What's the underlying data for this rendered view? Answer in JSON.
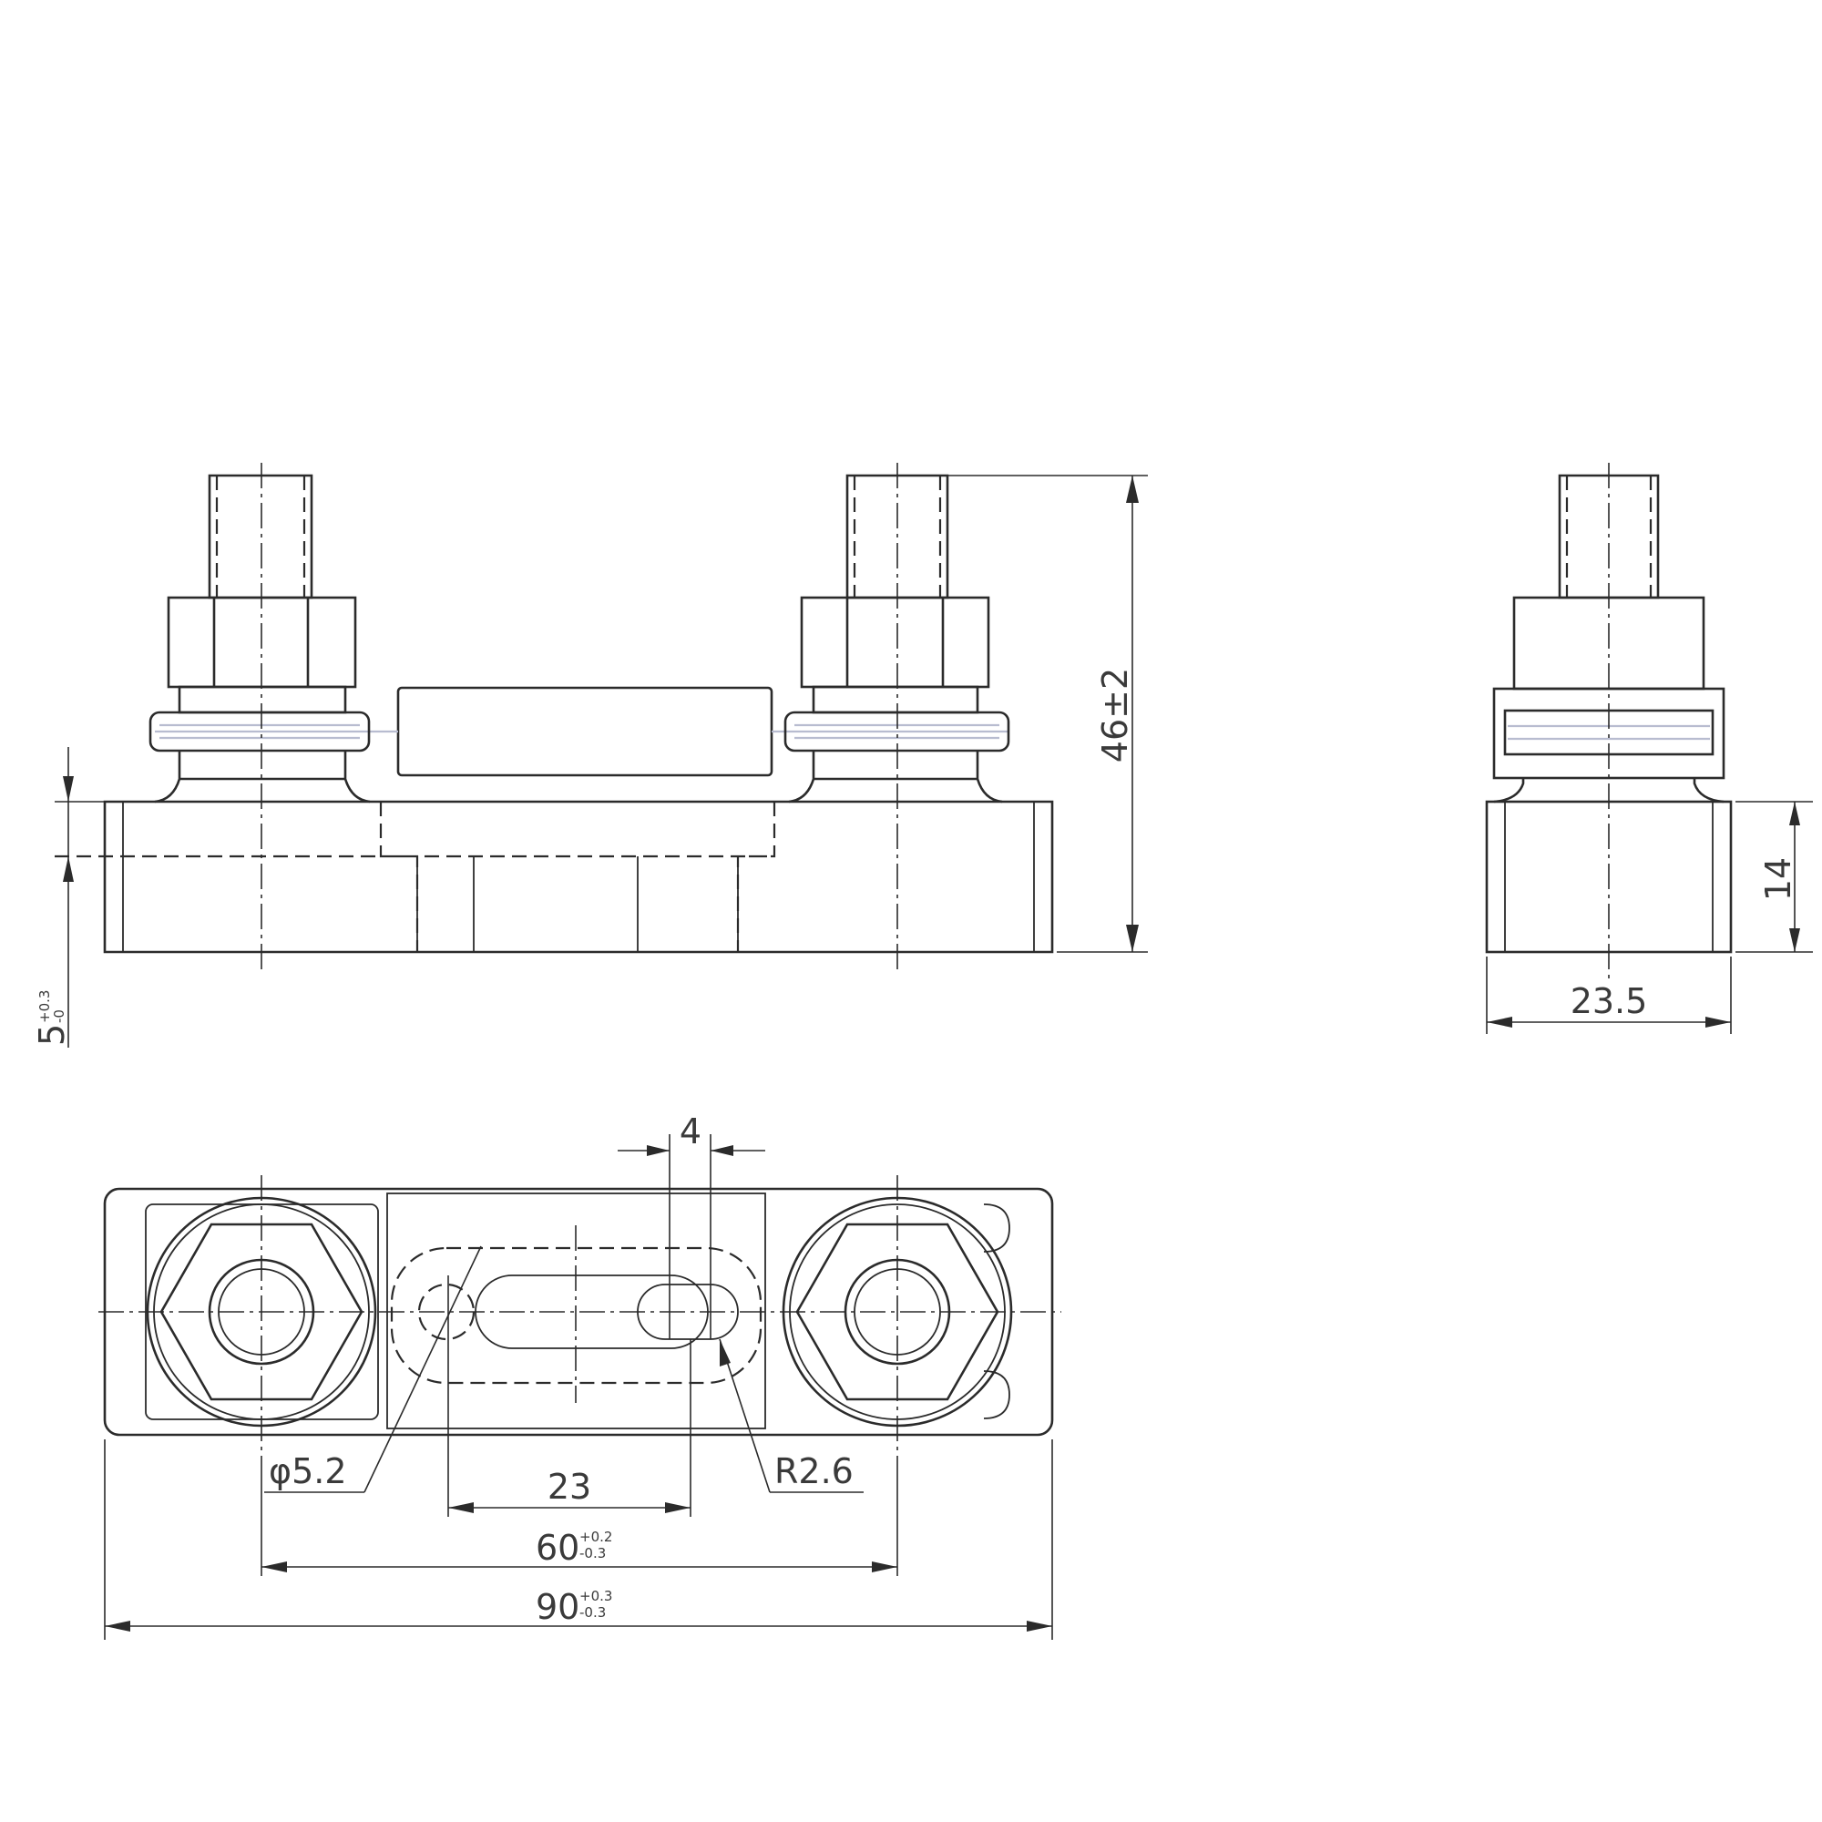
{
  "dimensions": {
    "overall_height": "46±2",
    "base_offset": {
      "value": "5",
      "upper": "+0.3",
      "lower": "-0"
    },
    "side_height": "14",
    "side_width": "23.5",
    "slot_width": "4",
    "hole_diameter": "φ5.2",
    "slot_radius": "R2.6",
    "slot_span": "23",
    "stud_pitch": {
      "value": "60",
      "upper": "+0.2",
      "lower": "-0.3"
    },
    "overall_length": {
      "value": "90",
      "upper": "+0.3",
      "lower": "-0.3"
    }
  }
}
